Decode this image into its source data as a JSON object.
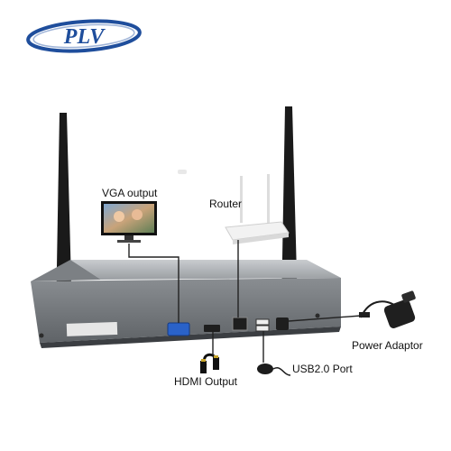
{
  "brand": {
    "logo_text": "PLV"
  },
  "labels": {
    "vga": "VGA output",
    "router": "Router",
    "power": "Power Adaptor",
    "hdmi": "HDMI Output",
    "usb": "USB2.0 Port"
  },
  "colors": {
    "logo_blue": "#1f4e9c",
    "device_body": "#6e7276",
    "device_dark": "#3b3e42",
    "vga_port": "#2a62c9",
    "line": "#222222"
  }
}
